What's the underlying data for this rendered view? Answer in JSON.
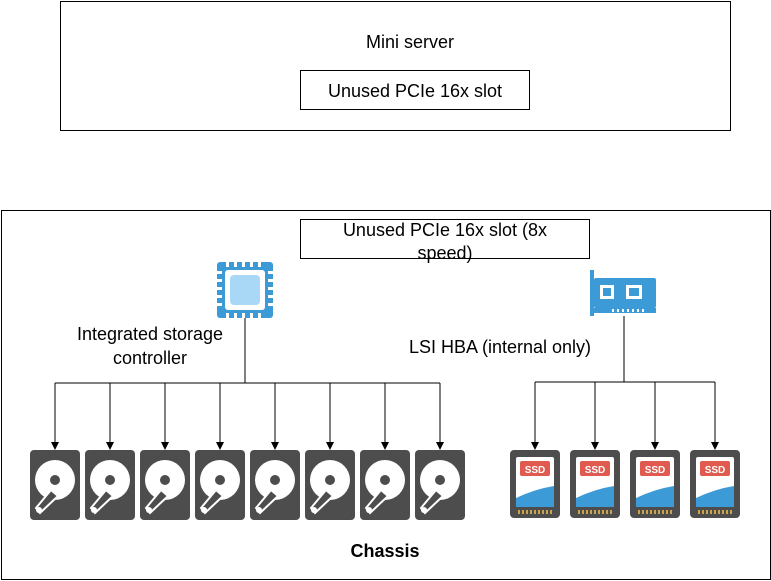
{
  "mini_server": {
    "label": "Mini server",
    "slot_label": "Unused PCIe 16x slot"
  },
  "chassis": {
    "label": "Chassis",
    "slot_label_line1": "Unused PCIe 16x slot (8x",
    "slot_label_line2": "speed)",
    "controller_label_line1": "Integrated storage",
    "controller_label_line2": "controller",
    "hba_label": "LSI HBA (internal only)",
    "ssd_badge": "SSD",
    "hdd_count": 8,
    "ssd_count": 4
  },
  "icons": {
    "controller": "cpu-chip-icon",
    "hba": "pcie-card-icon",
    "hdd": "hard-disk-icon",
    "ssd": "ssd-icon"
  },
  "colors": {
    "chip": "#3C9BD6",
    "chip_core": "#A8D8F5",
    "disk": "#4D4D4D",
    "ssd_red": "#E05A4F",
    "ssd_blue": "#3C9BD6"
  }
}
